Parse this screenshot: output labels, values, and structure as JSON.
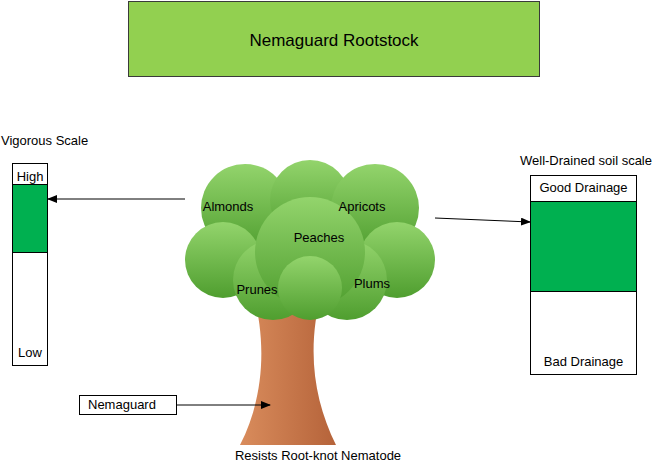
{
  "diagram": {
    "nodes": [
      {
        "text": [
          "Nemaguard Rootstock"
        ]
      },
      {
        "text": [
          "Vigorous Scale",
          "High",
          "Low"
        ]
      },
      {
        "text": [
          "Almonds",
          "Apricots",
          "Peaches",
          "Prunes",
          "Plums"
        ]
      },
      {
        "text": [
          "Well-Drained soil scale",
          "Good Drainage",
          "Bad Drainage"
        ]
      },
      {
        "text": [
          "Nemaguard"
        ]
      }
    ],
    "edges": [
      {
        "from": 2,
        "to": 1,
        "arrow": "to"
      },
      {
        "from": 2,
        "to": 3,
        "arrow": "to"
      }
    ],
    "labels": [
      "Resists Root-knot Nematode"
    ]
  }
}
